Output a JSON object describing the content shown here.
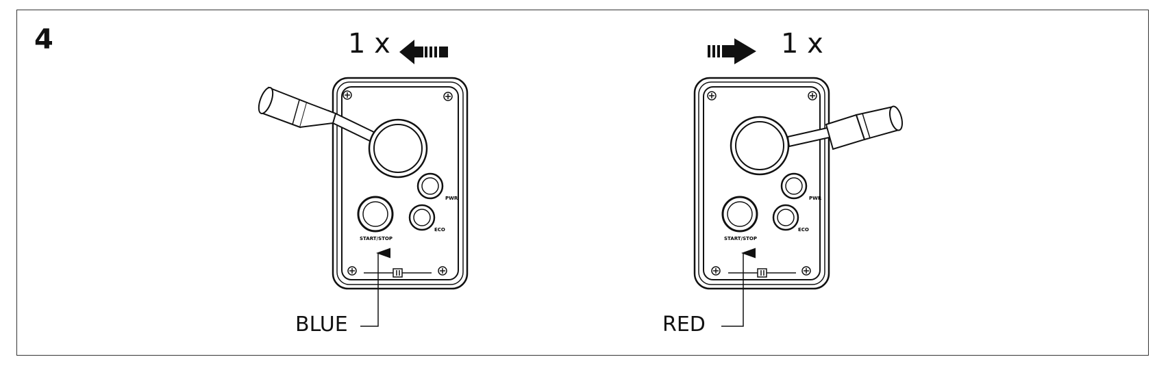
{
  "step_number": "4",
  "left_panel": {
    "count": "1 x",
    "arrow_direction": "left",
    "callout": "BLUE",
    "labels": {
      "power": "PWR",
      "eco": "ECO",
      "start_stop": "START/STOP"
    }
  },
  "right_panel": {
    "count": "1 x",
    "arrow_direction": "right",
    "callout": "RED",
    "labels": {
      "power": "PWR",
      "eco": "ECO",
      "start_stop": "START/STOP"
    }
  }
}
